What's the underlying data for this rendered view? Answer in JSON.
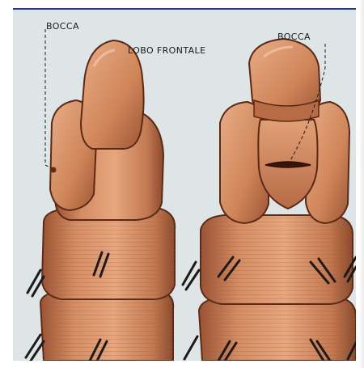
{
  "labels": {
    "bocca_left": "BOCCA",
    "lobo_frontale": "LOBO FRONTALE",
    "bocca_right": "BOCCA"
  },
  "colors": {
    "background": "#dde5e6",
    "body_base": "#c77a52",
    "body_light": "#e6a57c",
    "body_dark": "#8a4a2c",
    "outline": "#5a2a16",
    "bristle": "#1f1a18",
    "border_top": "#2c3d86"
  },
  "illustration": {
    "views": [
      "side-view-worm-head",
      "ventral-view-worm-head"
    ],
    "icons": [
      "bristle-icon",
      "dashed-leader-line"
    ]
  }
}
